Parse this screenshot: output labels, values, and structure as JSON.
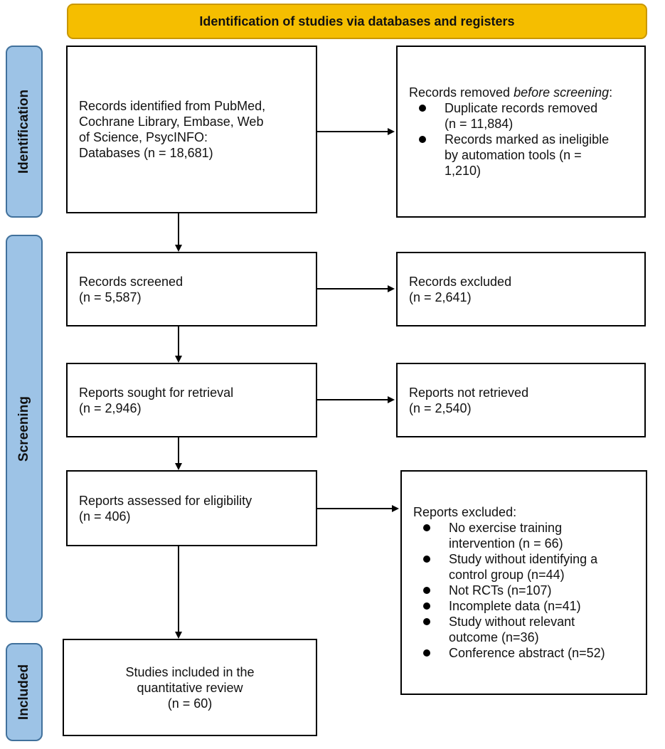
{
  "header": {
    "title": "Identification of studies via databases and registers"
  },
  "phases": {
    "identification": "Identification",
    "screening": "Screening",
    "included": "Included"
  },
  "boxes": {
    "records_identified": "Records identified from PubMed,\nCochrane Library, Embase, Web\nof Science, PsycINFO:\n      Databases (n = 18,681)",
    "removed": {
      "heading_prefix": "Records removed ",
      "heading_italic": "before screening",
      "heading_suffix": ":",
      "items": [
        "Duplicate records removed\n(n = 11,884)",
        "Records marked as ineligible\nby automation tools (n =\n1,210)"
      ]
    },
    "records_screened": "Records screened\n(n = 5,587)",
    "records_excluded": "Records excluded\n(n = 2,641)",
    "reports_sought": "Reports sought for retrieval\n(n = 2,946)",
    "reports_not_retrieved": "Reports not retrieved\n(n = 2,540)",
    "reports_assessed": "Reports assessed for eligibility\n(n = 406)",
    "reports_excluded": {
      "heading": "Reports excluded:",
      "items": [
        "No exercise training\nintervention (n = 66)",
        "Study without identifying a\ncontrol group (n=44)",
        "Not RCTs (n=107)",
        "Incomplete data (n=41)",
        "Study without relevant\noutcome (n=36)",
        "Conference abstract (n=52)"
      ]
    },
    "studies_included": "Studies included in the\nquantitative review\n(n = 60)"
  }
}
